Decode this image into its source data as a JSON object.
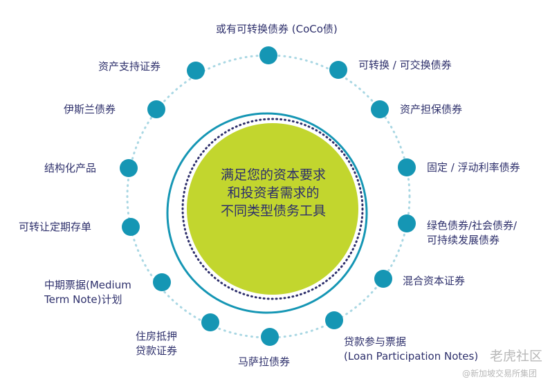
{
  "center_text": [
    "满足您的资本要求",
    "和投资者需求的",
    "不同类型债务工具"
  ],
  "items": [
    {
      "label": "或有可转换债券 (CoCo债)"
    },
    {
      "label": "可转换 / 可交换债券"
    },
    {
      "label": "资产担保债券"
    },
    {
      "label": "固定 / 浮动利率债券"
    },
    {
      "label": "绿色债券/社会债券/",
      "label2": "可持续发展债券"
    },
    {
      "label": "混合资本证券"
    },
    {
      "label": "贷款参与票据",
      "label2": "(Loan Participation Notes)"
    },
    {
      "label": "马萨拉债券"
    },
    {
      "label": "住房抵押",
      "label2": "贷款证券"
    },
    {
      "label": "中期票据(Medium",
      "label2": "Term Note)计划"
    },
    {
      "label": "可转让定期存单"
    },
    {
      "label": "结构化产品"
    },
    {
      "label": "伊斯兰债券"
    },
    {
      "label": "资产支持证券"
    }
  ],
  "watermark": {
    "brand": "老虎社区",
    "source": "@新加坡交易所集团"
  },
  "colors": {
    "teal": "#1596b4",
    "green": "#c2d62e",
    "navy": "#2d2f6b"
  }
}
